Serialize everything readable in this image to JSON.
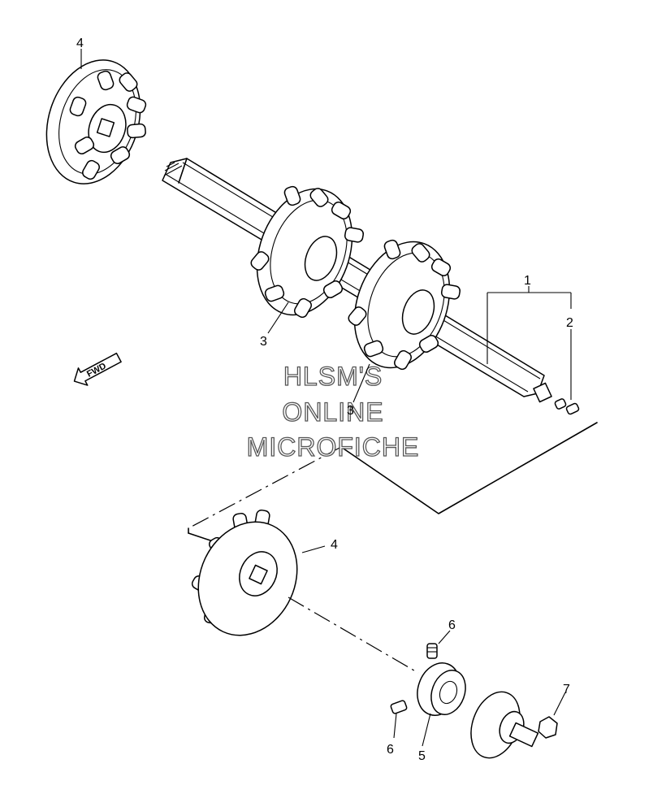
{
  "watermark": {
    "line1": "HLSM'S",
    "line2": "ONLINE",
    "line3": "MICROFICHE"
  },
  "direction_arrow": {
    "label": "FWD",
    "icon": "fwd-arrow-icon"
  },
  "callouts": [
    {
      "id": "c4a",
      "number": "4"
    },
    {
      "id": "c1",
      "number": "1"
    },
    {
      "id": "c2",
      "number": "2"
    },
    {
      "id": "c3a",
      "number": "3"
    },
    {
      "id": "c3b",
      "number": "3"
    },
    {
      "id": "c4b",
      "number": "4"
    },
    {
      "id": "c6a",
      "number": "6"
    },
    {
      "id": "c6b",
      "number": "6"
    },
    {
      "id": "c5",
      "number": "5"
    },
    {
      "id": "c7",
      "number": "7"
    }
  ]
}
